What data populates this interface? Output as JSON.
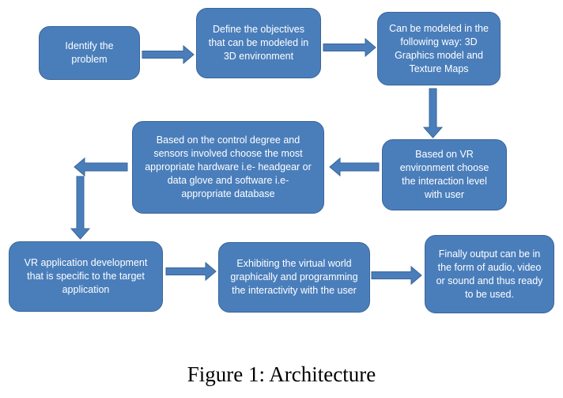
{
  "diagram": {
    "steps": [
      {
        "id": "s1",
        "text": "Identify the\nproblem"
      },
      {
        "id": "s2",
        "text": "Define the objectives\nthat can be modeled in\n3D environment"
      },
      {
        "id": "s3",
        "text": "Can be modeled in the\nfollowing way: 3D\nGraphics model and\nTexture Maps"
      },
      {
        "id": "s4",
        "text": "Based on VR\nenvironment choose\nthe interaction level\nwith user"
      },
      {
        "id": "s5",
        "text": "Based on the control degree and\nsensors involved  choose the most\nappropriate hardware i.e- headgear or\ndata glove and software i.e-\nappropriate database"
      },
      {
        "id": "s6",
        "text": "VR application development\nthat is specific to the target\napplication"
      },
      {
        "id": "s7",
        "text": "Exhibiting the virtual world\ngraphically and programming\nthe interactivity with the user"
      },
      {
        "id": "s8",
        "text": "Finally output can be in\nthe form of audio, video\nor sound and thus ready\nto be used."
      }
    ],
    "caption": "Figure 1: Architecture",
    "colors": {
      "box_fill": "#4a7ebb",
      "box_border": "#3a6598",
      "arrow_fill": "#4a7ebb",
      "arrow_border": "#3a6598",
      "text": "#ffffff"
    }
  }
}
